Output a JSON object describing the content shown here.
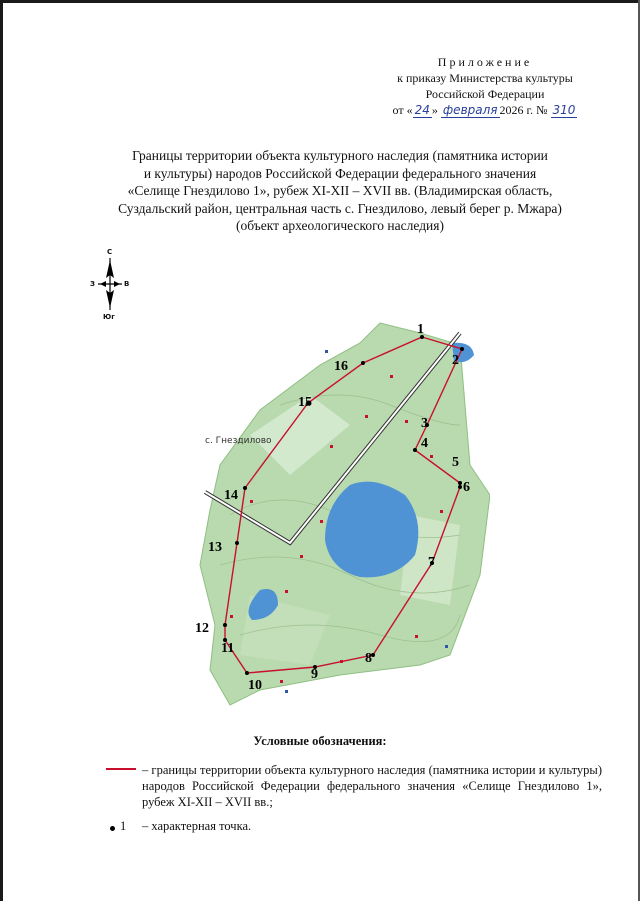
{
  "appendix": {
    "head": "Приложение",
    "line1": "к приказу Министерства культуры",
    "line2": "Российской Федерации",
    "date_prefix": "от «",
    "day": "24",
    "date_mid": "» ",
    "month": "февраля",
    "year_text": "2026 г. №",
    "number": "310"
  },
  "title": {
    "line1": "Границы территории объекта культурного наследия (памятника истории",
    "line2": "и культуры) народов Российской Федерации федерального значения",
    "line3": "«Селище Гнездилово 1», рубеж XI-XII – XVII вв. (Владимирская область,",
    "line4": "Суздальский район, центральная часть с. Гнездилово, левый берег р. Мжара)",
    "line5": "(объект археологического наследия)"
  },
  "compass": {
    "north": "С",
    "south": "Юг",
    "west": "З",
    "east": "В"
  },
  "map": {
    "village_label": "с. Гнездилово",
    "boundary_color": "#c8102e",
    "lake_color": "#4f93d4",
    "terrain_color": "#b9d9ae",
    "points": [
      "1",
      "2",
      "3",
      "4",
      "5",
      "6",
      "7",
      "8",
      "9",
      "10",
      "11",
      "12",
      "13",
      "14",
      "15",
      "16"
    ]
  },
  "legend": {
    "title": "Условные обозначения:",
    "line_text": "– границы территории объекта культурного наследия (памятника истории и культуры) народов Российской Федерации федерального значения «Селище Гнездилово 1», рубеж XI-XII – XVII вв.;",
    "point_num": "1",
    "point_text": "– характерная точка."
  }
}
